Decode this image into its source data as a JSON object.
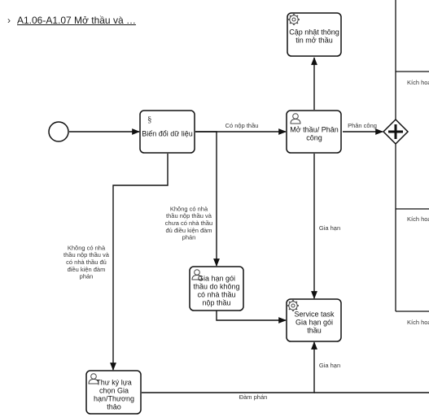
{
  "header": {
    "breadcrumb": "A1.06-A1.07 Mở thầu và …"
  },
  "diagram": {
    "tasks": {
      "bien_doi": [
        "Biến đổi dữ liệu"
      ],
      "cap_nhat": [
        "Cập nhật thông",
        "tin mở thầu"
      ],
      "mo_thau": [
        "Mở thầu/ Phân",
        "công"
      ],
      "gia_han_goi": [
        "Gia hạn gói",
        "thầu do không",
        "có nhà thầu",
        "nộp thầu"
      ],
      "service_task": [
        "Service task",
        "Gia hạn gói",
        "thầu"
      ],
      "thu_ky": [
        "Thư ký lựa",
        "chọn Gia",
        "hạn/Thương",
        "thảo"
      ]
    },
    "flow_labels": {
      "co_nop_thau": [
        "Có nộp thầu"
      ],
      "phan_cong": [
        "Phân công"
      ],
      "gia_han_1": [
        "Gia hạn"
      ],
      "gia_han_2": [
        "Gia hạn"
      ],
      "dam_phan": [
        "Đàm phán"
      ],
      "khong_co_1": [
        "Không có nhà",
        "thầu nộp thầu và",
        "chưa có nhà thầu",
        "đủ điều kiện đàm",
        "phán"
      ],
      "khong_co_2": [
        "Không có nhà",
        "thầu nộp thầu và",
        "có nhà thầu đủ",
        "điều kiện đàm",
        "phán"
      ]
    },
    "lane_labels": {
      "kich_hoat_1": "Kích hoạt",
      "kich_hoat_2": "Kích hoạ",
      "kich_hoat_3": "Kích hoạ"
    }
  }
}
